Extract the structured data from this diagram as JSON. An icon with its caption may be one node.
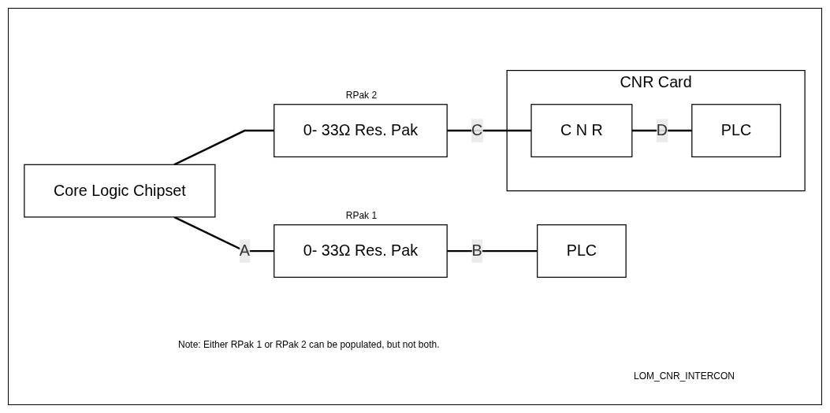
{
  "diagram": {
    "nodes": [
      {
        "text": [
          "Core Logic Chipset"
        ]
      },
      {
        "text": [
          "0- 33Ω Res. Pak"
        ],
        "beside": [
          "RPak 1"
        ]
      },
      {
        "text": [
          "PLC"
        ]
      },
      {
        "text": [
          "0- 33Ω Res. Pak"
        ],
        "beside": [
          "RPak 2"
        ]
      },
      {
        "text": [
          "CNR Card"
        ]
      },
      {
        "text": [
          "C N R"
        ],
        "in": 4
      },
      {
        "text": [
          "PLC"
        ],
        "in": 4
      }
    ],
    "edges": [
      {
        "from": 0,
        "to": 1,
        "arrow": "none",
        "label": "A"
      },
      {
        "from": 1,
        "to": 2,
        "arrow": "none",
        "label": "B"
      },
      {
        "from": 0,
        "to": 3,
        "arrow": "none"
      },
      {
        "from": 3,
        "to": 5,
        "arrow": "none",
        "label": "C"
      },
      {
        "from": 5,
        "to": 6,
        "arrow": "none",
        "label": "D"
      }
    ],
    "labels": [
      "Note: Either RPak 1 or RPak 2 can  be populated, but not both.",
      "LOM_CNR_INTERCON"
    ]
  }
}
